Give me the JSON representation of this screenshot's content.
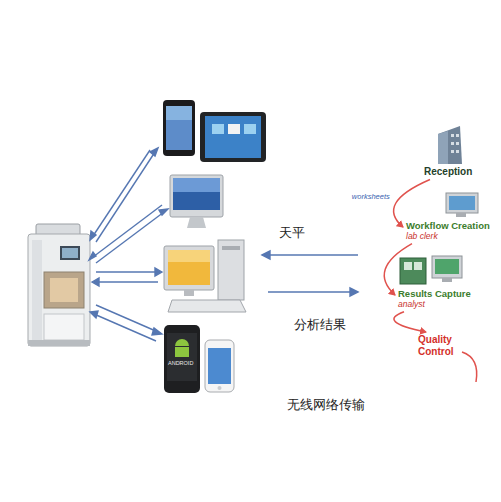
{
  "diagram": {
    "nodes": [
      {
        "text": [
          "Reception"
        ]
      },
      {
        "text": [
          "Workflow Creation",
          "lab clerk"
        ]
      },
      {
        "text": [
          "Results Capture",
          "analyst"
        ]
      },
      {
        "text": [
          "Quality Control"
        ]
      }
    ],
    "edges": [
      {
        "from": 0,
        "to": 1,
        "arrow": "to",
        "label": "worksheets"
      },
      {
        "from": 1,
        "to": 2,
        "arrow": "to"
      },
      {
        "from": 2,
        "to": 3,
        "arrow": "to"
      }
    ],
    "labels": [
      "天平",
      "分析结果",
      "无线网络传输",
      "ANDROID"
    ]
  }
}
